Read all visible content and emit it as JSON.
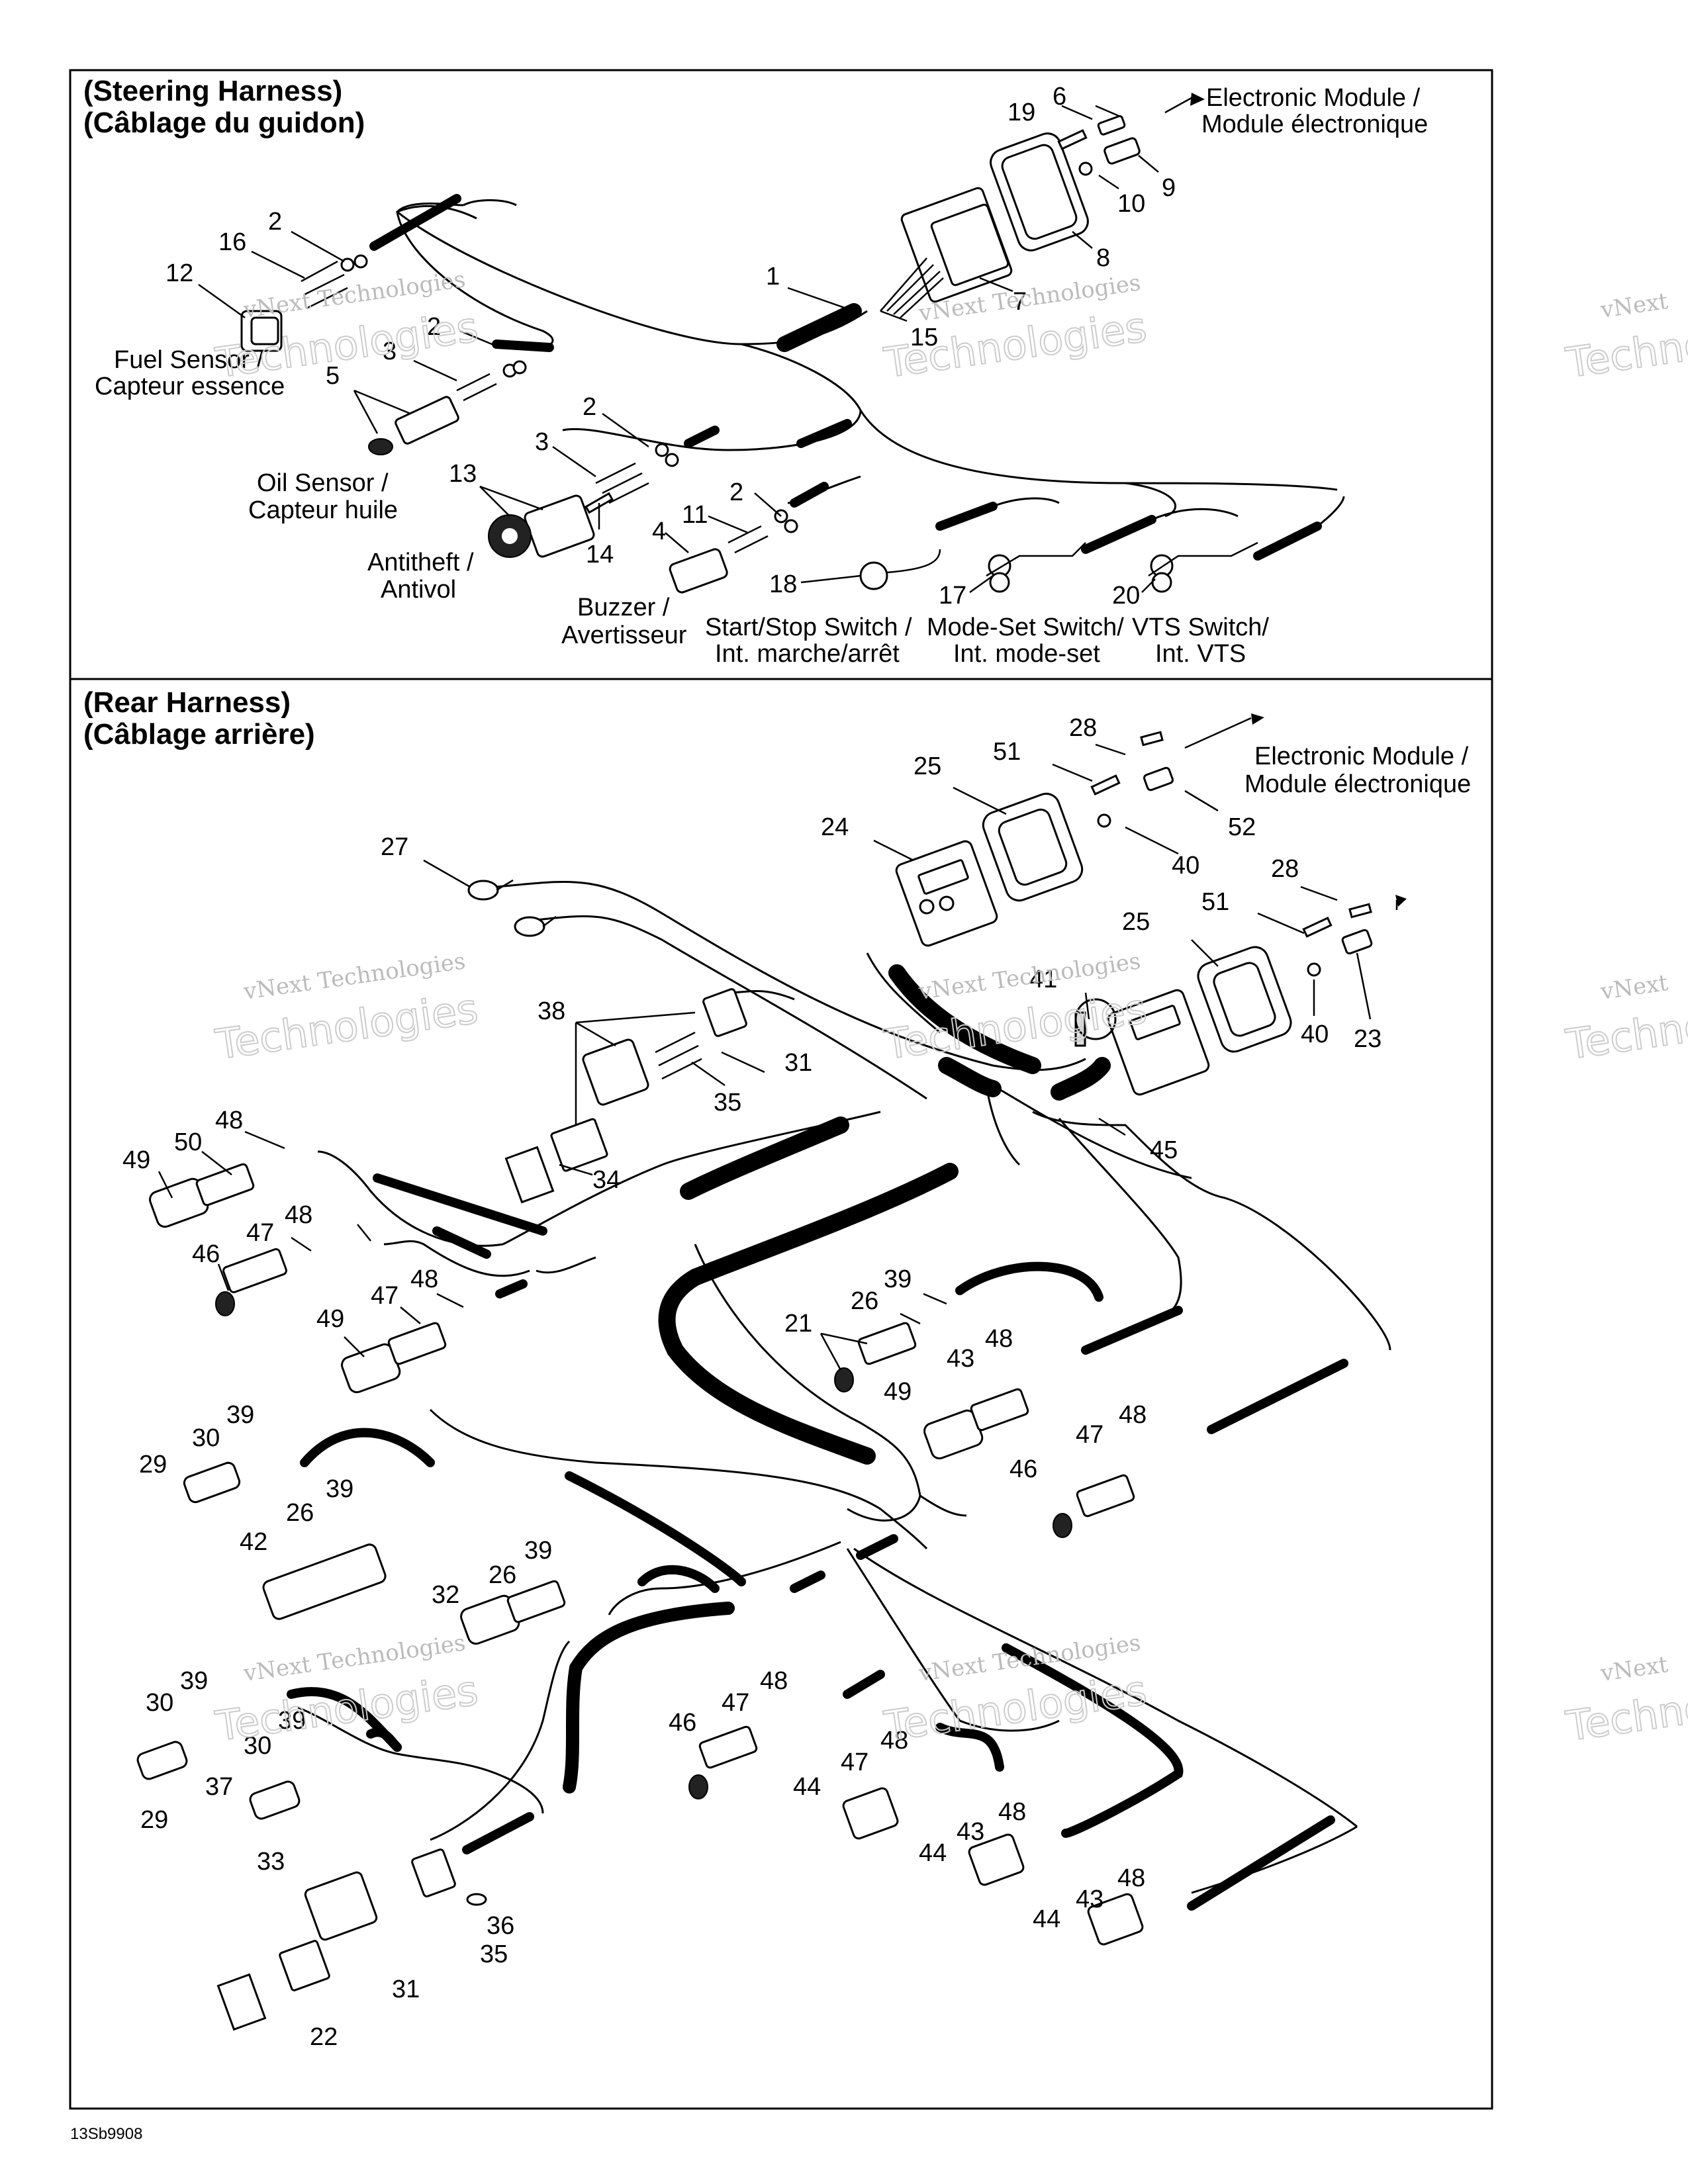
{
  "sections": {
    "steering": {
      "title_en": "(Steering Harness)",
      "title_fr": "(Câblage du guidon)"
    },
    "rear": {
      "title_en": "(Rear Harness)",
      "title_fr": "(Câblage arrière)"
    }
  },
  "callouts_steering": [
    {
      "id": "s6",
      "text": "6"
    },
    {
      "id": "s19",
      "text": "19"
    },
    {
      "id": "s9",
      "text": "9"
    },
    {
      "id": "s10",
      "text": "10"
    },
    {
      "id": "s8",
      "text": "8"
    },
    {
      "id": "s7",
      "text": "7"
    },
    {
      "id": "s1",
      "text": "1"
    },
    {
      "id": "s15",
      "text": "15"
    },
    {
      "id": "s2a",
      "text": "2"
    },
    {
      "id": "s16",
      "text": "16"
    },
    {
      "id": "s12",
      "text": "12"
    },
    {
      "id": "s2b",
      "text": "2"
    },
    {
      "id": "s3a",
      "text": "3"
    },
    {
      "id": "s5",
      "text": "5"
    },
    {
      "id": "s2c",
      "text": "2"
    },
    {
      "id": "s3b",
      "text": "3"
    },
    {
      "id": "s13",
      "text": "13"
    },
    {
      "id": "s14",
      "text": "14"
    },
    {
      "id": "s2d",
      "text": "2"
    },
    {
      "id": "s11",
      "text": "11"
    },
    {
      "id": "s4",
      "text": "4"
    },
    {
      "id": "s18",
      "text": "18"
    },
    {
      "id": "s17",
      "text": "17"
    },
    {
      "id": "s20",
      "text": "20"
    }
  ],
  "labels_steering": {
    "electronic_module": [
      "Electronic Module /",
      "Module électronique"
    ],
    "fuel_sensor": [
      "Fuel Sensor /",
      "Capteur essence"
    ],
    "oil_sensor": [
      "Oil Sensor /",
      "Capteur huile"
    ],
    "antitheft": [
      "Antitheft /",
      "Antivol"
    ],
    "buzzer": [
      "Buzzer /",
      "Avertisseur"
    ],
    "start_stop": [
      "Start/Stop Switch /",
      "Int. marche/arrêt"
    ],
    "mode_set": [
      "Mode-Set Switch/",
      "Int. mode-set"
    ],
    "vts": [
      "VTS Switch/",
      "Int. VTS"
    ]
  },
  "labels_rear": {
    "electronic_module": [
      "Electronic Module /",
      "Module électronique"
    ]
  },
  "callouts_rear": [
    {
      "id": "r28a",
      "text": "28"
    },
    {
      "id": "r51a",
      "text": "51"
    },
    {
      "id": "r25a",
      "text": "25"
    },
    {
      "id": "r52",
      "text": "52"
    },
    {
      "id": "r40a",
      "text": "40"
    },
    {
      "id": "r24",
      "text": "24"
    },
    {
      "id": "r28b",
      "text": "28"
    },
    {
      "id": "r51b",
      "text": "51"
    },
    {
      "id": "r25b",
      "text": "25"
    },
    {
      "id": "r40b",
      "text": "40"
    },
    {
      "id": "r23",
      "text": "23"
    },
    {
      "id": "r27",
      "text": "27"
    },
    {
      "id": "r41",
      "text": "41"
    },
    {
      "id": "r38",
      "text": "38"
    },
    {
      "id": "r35a",
      "text": "35"
    },
    {
      "id": "r31a",
      "text": "31"
    },
    {
      "id": "r45",
      "text": "45"
    },
    {
      "id": "r34",
      "text": "34"
    },
    {
      "id": "r48a",
      "text": "48"
    },
    {
      "id": "r50",
      "text": "50"
    },
    {
      "id": "r49a",
      "text": "49"
    },
    {
      "id": "r47a",
      "text": "47"
    },
    {
      "id": "r48b",
      "text": "48"
    },
    {
      "id": "r46a",
      "text": "46"
    },
    {
      "id": "r48c",
      "text": "48"
    },
    {
      "id": "r47b",
      "text": "47"
    },
    {
      "id": "r49b",
      "text": "49"
    },
    {
      "id": "r39a",
      "text": "39"
    },
    {
      "id": "r26a",
      "text": "26"
    },
    {
      "id": "r21",
      "text": "21"
    },
    {
      "id": "r48d",
      "text": "48"
    },
    {
      "id": "r43a",
      "text": "43"
    },
    {
      "id": "r49c",
      "text": "49"
    },
    {
      "id": "r48e",
      "text": "48"
    },
    {
      "id": "r47c",
      "text": "47"
    },
    {
      "id": "r46b",
      "text": "46"
    },
    {
      "id": "r39b",
      "text": "39"
    },
    {
      "id": "r30a",
      "text": "30"
    },
    {
      "id": "r29a",
      "text": "29"
    },
    {
      "id": "r39c",
      "text": "39"
    },
    {
      "id": "r26b",
      "text": "26"
    },
    {
      "id": "r42",
      "text": "42"
    },
    {
      "id": "r39d",
      "text": "39"
    },
    {
      "id": "r26c",
      "text": "26"
    },
    {
      "id": "r32",
      "text": "32"
    },
    {
      "id": "r39e",
      "text": "39"
    },
    {
      "id": "r30b",
      "text": "30"
    },
    {
      "id": "r39f",
      "text": "39"
    },
    {
      "id": "r30c",
      "text": "30"
    },
    {
      "id": "r29b",
      "text": "29"
    },
    {
      "id": "r37",
      "text": "37"
    },
    {
      "id": "r48f",
      "text": "48"
    },
    {
      "id": "r47d",
      "text": "47"
    },
    {
      "id": "r46c",
      "text": "46"
    },
    {
      "id": "r48g",
      "text": "48"
    },
    {
      "id": "r47e",
      "text": "47"
    },
    {
      "id": "r44a",
      "text": "44"
    },
    {
      "id": "r48h",
      "text": "48"
    },
    {
      "id": "r43b",
      "text": "43"
    },
    {
      "id": "r44b",
      "text": "44"
    },
    {
      "id": "r48i",
      "text": "48"
    },
    {
      "id": "r43c",
      "text": "43"
    },
    {
      "id": "r44c",
      "text": "44"
    },
    {
      "id": "r33",
      "text": "33"
    },
    {
      "id": "r36",
      "text": "36"
    },
    {
      "id": "r35b",
      "text": "35"
    },
    {
      "id": "r31b",
      "text": "31"
    },
    {
      "id": "r22",
      "text": "22"
    }
  ],
  "watermark": {
    "line1": "vNext Technologies",
    "line2": "Technologies",
    "line3": "vNext"
  },
  "figure_code": "13Sb9908"
}
